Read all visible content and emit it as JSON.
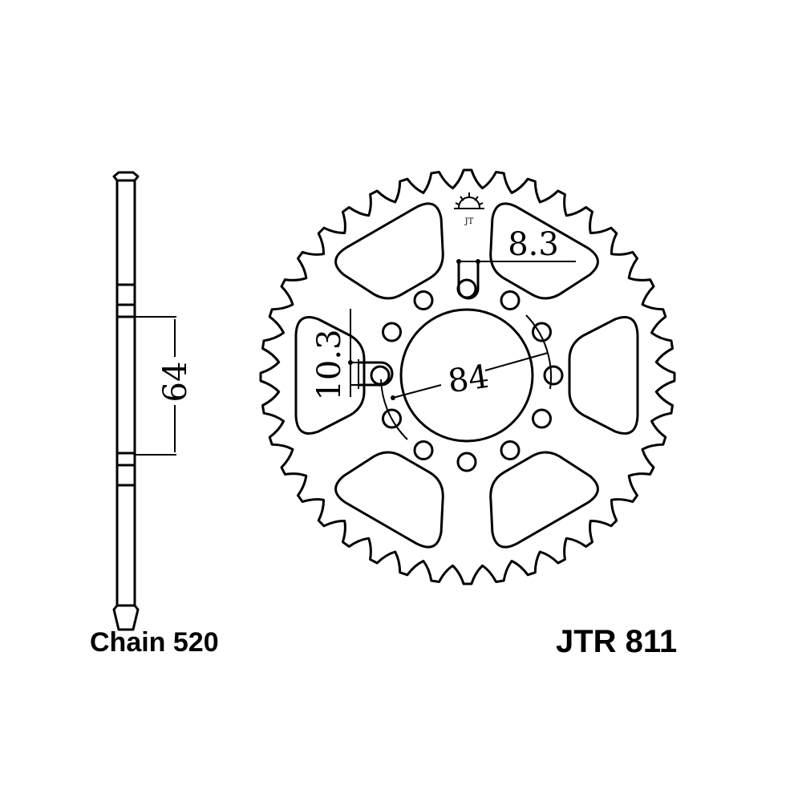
{
  "diagram": {
    "logo_text": "JT",
    "teeth_count": 40,
    "bolt_holes_count": 12,
    "cutouts_count": 6,
    "dimensions": {
      "slot_width": "8.3",
      "slot_length": "10.3",
      "bolt_circle": "84",
      "center_bore": "64"
    },
    "labels": {
      "chain": "Chain 520",
      "part_number": "JTR 811"
    },
    "colors": {
      "line": "#000000",
      "background": "#ffffff"
    }
  }
}
